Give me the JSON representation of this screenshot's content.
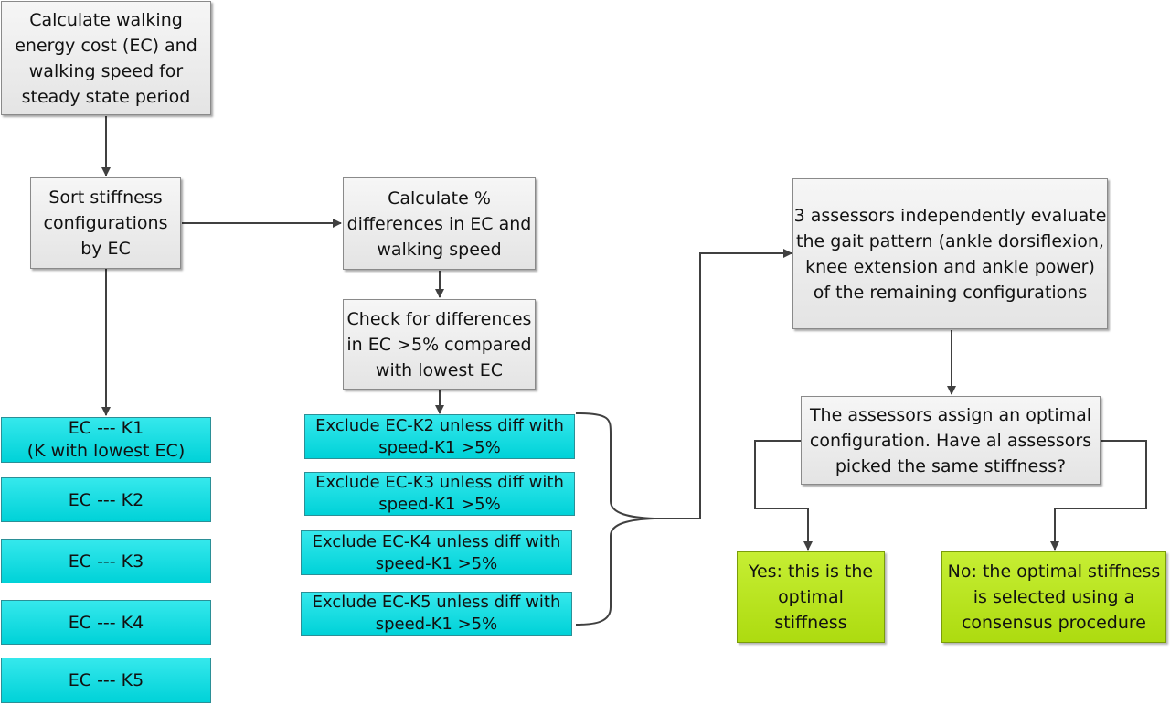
{
  "flowchart": {
    "step_calculate_ec": "Calculate walking\nenergy cost (EC) and\nwalking speed for\nsteady state period",
    "step_sort": "Sort stiffness\nconfigurations\nby EC",
    "step_percent_diff": "Calculate %\ndifferences in EC and\nwalking speed",
    "step_check_diff": "Check for differences\nin EC >5% compared\nwith lowest EC",
    "step_assessors_evaluate": "3 assessors independently evaluate\nthe gait pattern (ankle dorsiflexion,\nknee extension and ankle power)\nof the remaining configurations",
    "step_assign_optimal": "The assessors assign an optimal\nconfiguration. Have al assessors\npicked the same stiffness?",
    "sorted_list": [
      "EC --- K1\n(K with lowest EC)",
      "EC --- K2",
      "EC --- K3",
      "EC --- K4",
      "EC --- K5"
    ],
    "exclusions": [
      "Exclude EC-K2 unless diff with\nspeed-K1 >5%",
      "Exclude EC-K3 unless diff with\nspeed-K1 >5%",
      "Exclude EC-K4 unless diff with\nspeed-K1 >5%",
      "Exclude EC-K5 unless diff with\nspeed-K1 >5%"
    ],
    "outcome_yes": "Yes: this is the\noptimal\nstiffness",
    "outcome_no": "No: the optimal stiffness\nis selected using a\nconsensus procedure"
  },
  "colors": {
    "process_box": "#e8e8e8",
    "list_box": "#00dce1",
    "outcome_box": "#b5e31c",
    "connector": "#404040"
  }
}
